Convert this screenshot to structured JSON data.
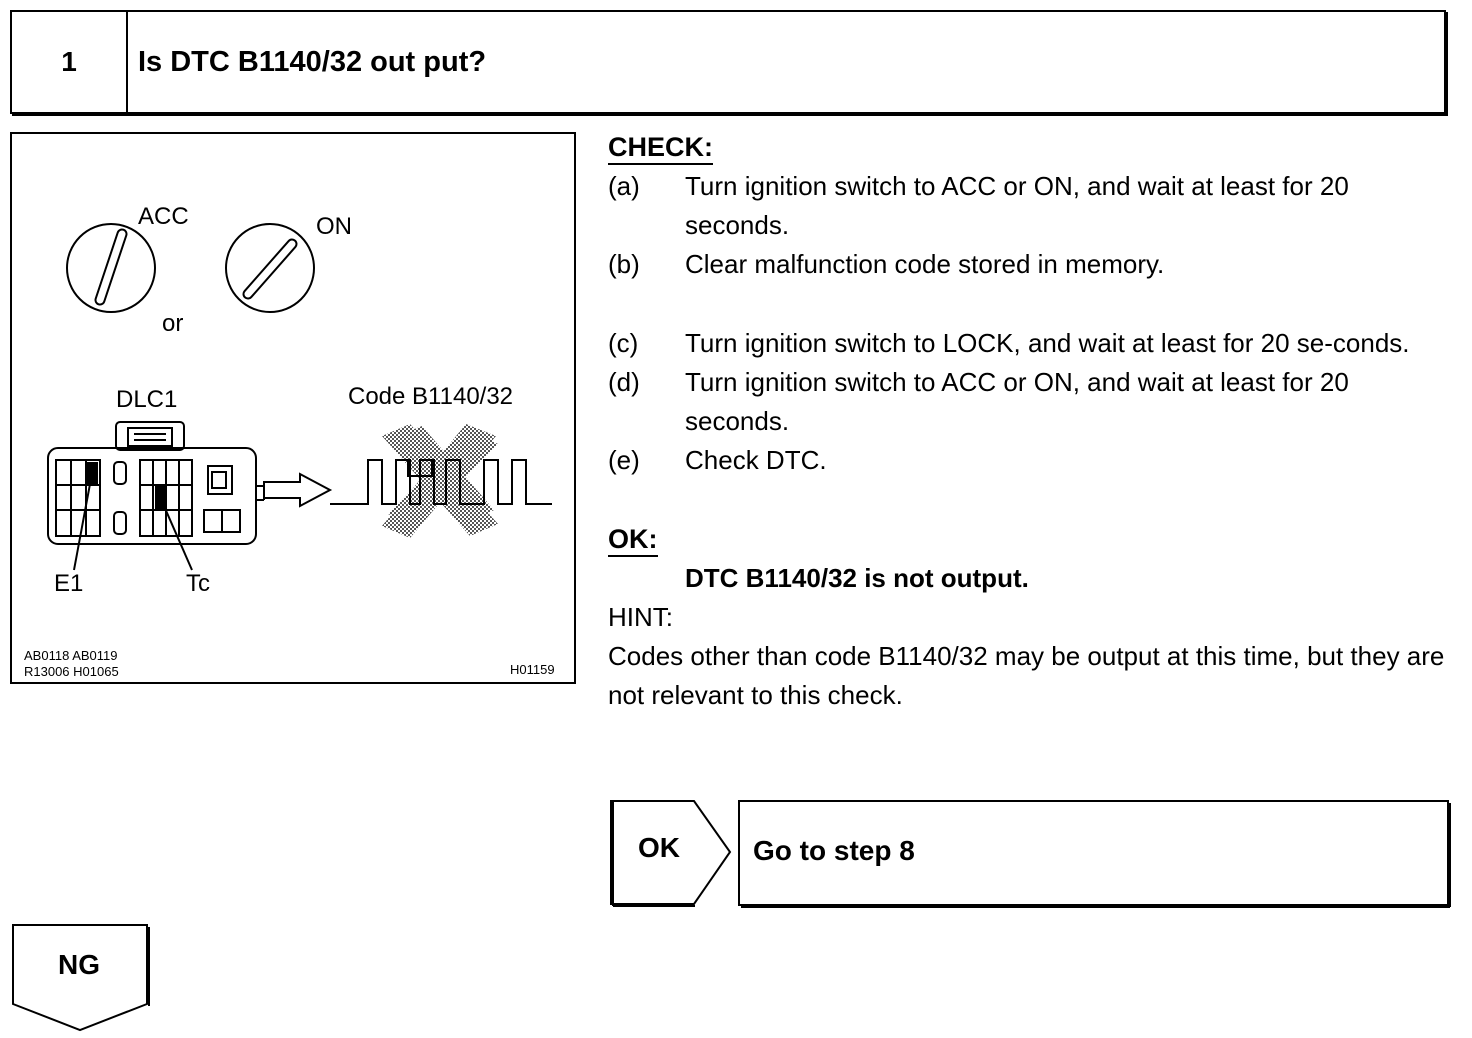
{
  "step": {
    "number": "1",
    "title": "Is DTC B1140/32 out put?"
  },
  "figure": {
    "labels": {
      "acc": "ACC",
      "on": "ON",
      "or": "or",
      "dlc": "DLC1",
      "code": "Code B1140/32",
      "e1": "E1",
      "tc": "Tc"
    },
    "refs": {
      "left_line1": "AB0118  AB0119",
      "left_line2": "R13006  H01065",
      "right": "H01159"
    }
  },
  "check": {
    "heading": "CHECK:",
    "items": [
      {
        "letter": "(a)",
        "text": "Turn ignition switch to ACC or ON, and wait at least for 20 seconds."
      },
      {
        "letter": "(b)",
        "text": "Clear malfunction code stored in memory."
      },
      {
        "letter": "(c)",
        "text": "Turn ignition switch to LOCK, and wait at least for 20 se-conds."
      },
      {
        "letter": "(d)",
        "text": "Turn ignition switch to ACC or ON, and wait at least for 20 seconds."
      },
      {
        "letter": "(e)",
        "text": "Check DTC."
      }
    ]
  },
  "ok": {
    "heading": "OK:",
    "text": "DTC B1140/32 is not output."
  },
  "hint": {
    "label": "HINT:",
    "text": "Codes other than code B1140/32 may be output at this time, but they are not relevant to this check."
  },
  "result_ok": {
    "label": "OK",
    "destination": "Go to step 8"
  },
  "result_ng": {
    "label": "NG"
  }
}
